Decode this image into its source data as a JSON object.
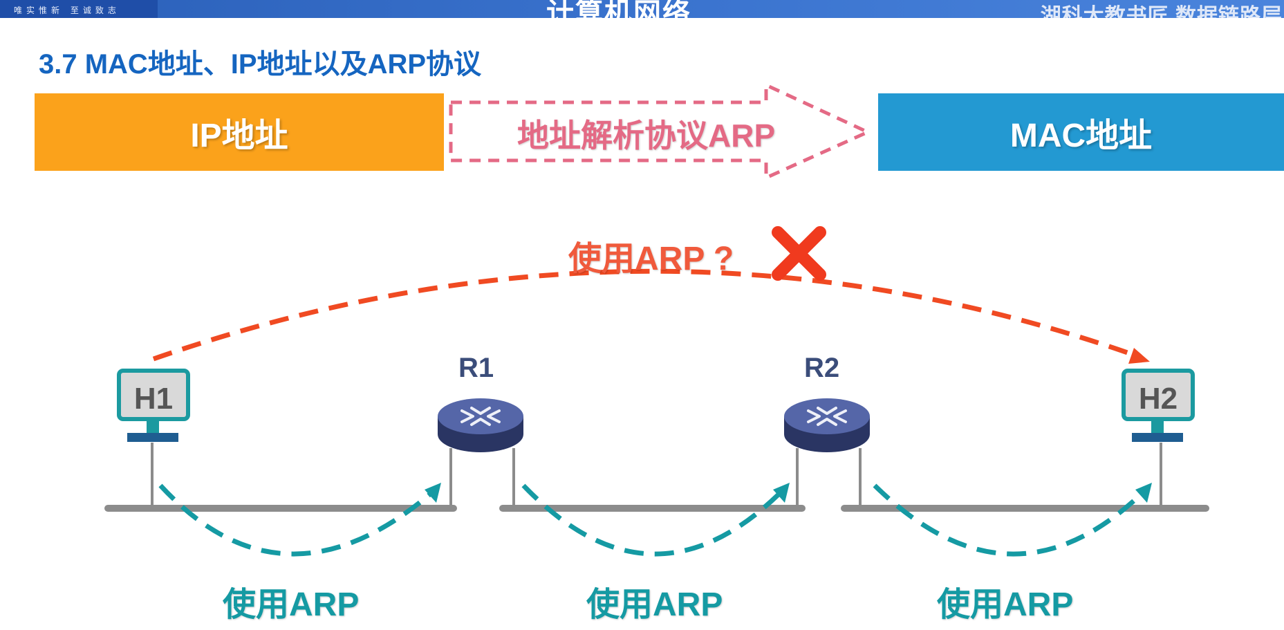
{
  "header": {
    "motto": "唯实惟新 至诚致志",
    "course_title": "计算机网络",
    "school": "湖科大教书匠 数据链路层"
  },
  "slide": {
    "title": "3.7 MAC地址、IP地址以及ARP协议"
  },
  "banners": {
    "ip": "IP地址",
    "arrow": "地址解析协议ARP",
    "mac": "MAC地址"
  },
  "diagram": {
    "question": "使用ARP ?",
    "hosts": {
      "h1": "H1",
      "h2": "H2"
    },
    "routers": {
      "r1": "R1",
      "r2": "R2"
    },
    "segment_labels": [
      "使用ARP",
      "使用ARP",
      "使用ARP"
    ]
  },
  "colors": {
    "ip_banner": "#fba21b",
    "mac_banner": "#2399d2",
    "arrow_outline": "#e46a85",
    "cross": "#f03a1e",
    "long_arrow": "#f04a22",
    "arp_arc": "#159aa3",
    "host_frame": "#1b9aa0",
    "router_body": "#3d4f8c"
  }
}
